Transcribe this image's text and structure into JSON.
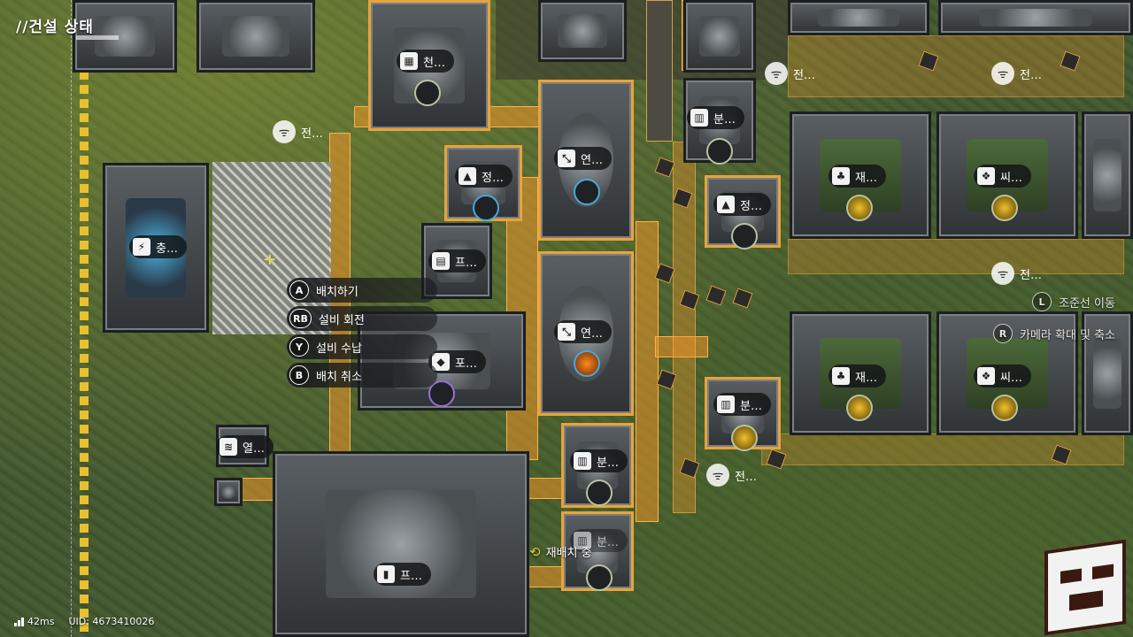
{
  "hud": {
    "title": "//건설 상태",
    "relocating_label": "재배치 중",
    "status": {
      "ping": "42ms",
      "uid": "UID: 4673410026"
    }
  },
  "context_menu": [
    {
      "button": "A",
      "label": "배치하기"
    },
    {
      "button": "RB",
      "label": "설비 회전"
    },
    {
      "button": "Y",
      "label": "설비 수납"
    },
    {
      "button": "B",
      "label": "배치 취소"
    }
  ],
  "camera_hints": [
    {
      "button": "L",
      "label": "조준선 이동"
    },
    {
      "button": "R",
      "label": "카메라 확대 및 축소"
    }
  ],
  "machine_labels": {
    "m_top_center": "천…",
    "m_charger": "충…",
    "m_refiner_1": "정…",
    "m_refiner_2": "정…",
    "m_grinder_1": "연…",
    "m_grinder_2": "연…",
    "m_splitter_1": "분…",
    "m_splitter_2": "분…",
    "m_splitter_3": "분…",
    "m_splitter_4": "분…",
    "m_printer_small": "프…",
    "m_printer_big": "프…",
    "m_packer": "포…",
    "m_heater": "열…",
    "m_farm_1": "재…",
    "m_farm_2": "재…",
    "m_seed_1": "씨…",
    "m_seed_2": "씨…"
  },
  "pylon_labels": {
    "p1": "전…",
    "p2": "전…",
    "p3": "전…",
    "p4": "전…",
    "p5": "전…"
  },
  "icons": {
    "pylon": "relay-tower-icon",
    "relocate": "relocate-icon",
    "signal": "signal-bars-icon"
  },
  "colors": {
    "belt": "#f09628",
    "accent_yellow": "#e8c030",
    "menu_bg": "#191b1e"
  }
}
